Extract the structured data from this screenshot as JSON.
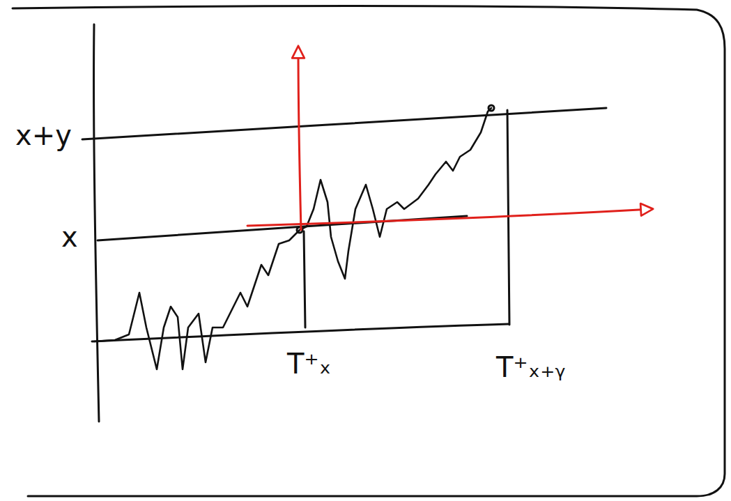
{
  "diagram": {
    "labels": [
      "x+y",
      "x",
      "T⁺ₓ",
      "T⁺ₓ₊ᵧ"
    ]
  }
}
